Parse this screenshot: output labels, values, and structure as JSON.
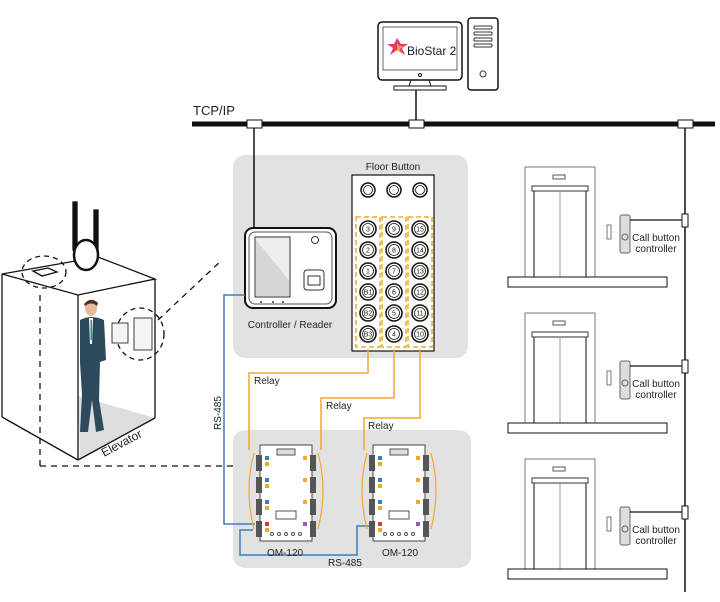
{
  "network": {
    "label": "TCP/IP"
  },
  "server": {
    "software": "BioStar 2",
    "logo_icon": "biostar-star-icon"
  },
  "controller": {
    "label": "Controller / Reader"
  },
  "floor_panel": {
    "title": "Floor Button",
    "top_icons": [
      "door-open-icon",
      "bell-icon",
      "door-close-icon"
    ],
    "columns": [
      [
        "3",
        "2",
        "1",
        "B1",
        "B2",
        "B3"
      ],
      [
        "9",
        "8",
        "7",
        "6",
        "5",
        "4"
      ],
      [
        "15",
        "14",
        "13",
        "12",
        "11",
        "10"
      ]
    ]
  },
  "wiring": {
    "relay_labels": [
      "Relay",
      "Relay",
      "Relay"
    ],
    "rs485_vertical": "RS-485",
    "rs485_bottom": "RS-485"
  },
  "modules": [
    {
      "label": "OM-120"
    },
    {
      "label": "OM-120"
    }
  ],
  "elevator": {
    "label": "Elevator"
  },
  "floors": [
    {
      "call_label_line1": "Call button",
      "call_label_line2": "controller"
    },
    {
      "call_label_line1": "Call button",
      "call_label_line2": "controller"
    },
    {
      "call_label_line1": "Call button",
      "call_label_line2": "controller"
    }
  ],
  "colors": {
    "relay": "#f0a830",
    "rs485": "#3a7fc4",
    "panel_bg": "#e2e2e2",
    "line": "#111111"
  }
}
